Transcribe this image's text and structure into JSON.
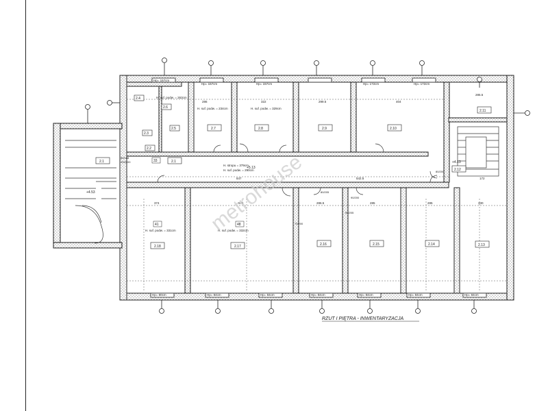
{
  "title": "RZUT I PIĘTRA - INWENTARYZACJA",
  "watermark": "metrohouse",
  "rooms": [
    {
      "id": "2.1",
      "area": "33"
    },
    {
      "id": "2.2",
      "area": ""
    },
    {
      "id": "2.3",
      "area": ""
    },
    {
      "id": "2.4",
      "area": ""
    },
    {
      "id": "2.5",
      "area": ""
    },
    {
      "id": "2.6",
      "area": ""
    },
    {
      "id": "2.7",
      "area": ""
    },
    {
      "id": "2.8",
      "area": ""
    },
    {
      "id": "2.9",
      "area": ""
    },
    {
      "id": "2.10",
      "area": ""
    },
    {
      "id": "2.11",
      "area": ""
    },
    {
      "id": "2.12",
      "area": ""
    },
    {
      "id": "2.13",
      "area": ""
    },
    {
      "id": "2.14",
      "area": ""
    },
    {
      "id": "2.15",
      "area": ""
    },
    {
      "id": "2.16",
      "area": ""
    },
    {
      "id": "2.17",
      "area": "48"
    },
    {
      "id": "2.18",
      "area": "41"
    },
    {
      "id": "2.19",
      "area": ""
    }
  ],
  "window_labels_top": [
    "Hp= 157cm",
    "Hp= 157cm",
    "Hp= 157cm",
    "Hp= 172cm",
    "Hp= 172cm"
  ],
  "window_labels_bottom": [
    "Hp= 80cm",
    "Hp= 84cm",
    "Hp= 84cm",
    "Hp= 84cm",
    "Hp= 84cm",
    "Hp= 84cm",
    "Hp= 84cm"
  ],
  "ceiling_notes": [
    "H. suf. podw. = 234cm",
    "H. suf. podw. = 329cm",
    "H. stropu = 379cm",
    "H. suf. podw. = 290cm",
    "H. suf. podw. = 331cm",
    "H. suf. podw. = 332cm",
    "H. suf. podw. = 263cm"
  ],
  "levels": [
    "+4.53",
    "+4.13",
    "+5.13"
  ],
  "corridor_dims": [
    "847",
    "542.5",
    "172"
  ],
  "top_dims": [
    "286",
    "322",
    "299.5",
    "404",
    "285.5"
  ],
  "bottom_dims": [
    "374",
    "574",
    "286.5",
    "285",
    "285",
    "330"
  ],
  "door_marks": [
    "80/188",
    "200/200",
    "70/200",
    "90/205",
    "80/205",
    "80/200",
    "90/200"
  ],
  "colors": {
    "wall": "#222222",
    "hatch": "#bbbbbb",
    "watermark": "#c9c9c9"
  }
}
